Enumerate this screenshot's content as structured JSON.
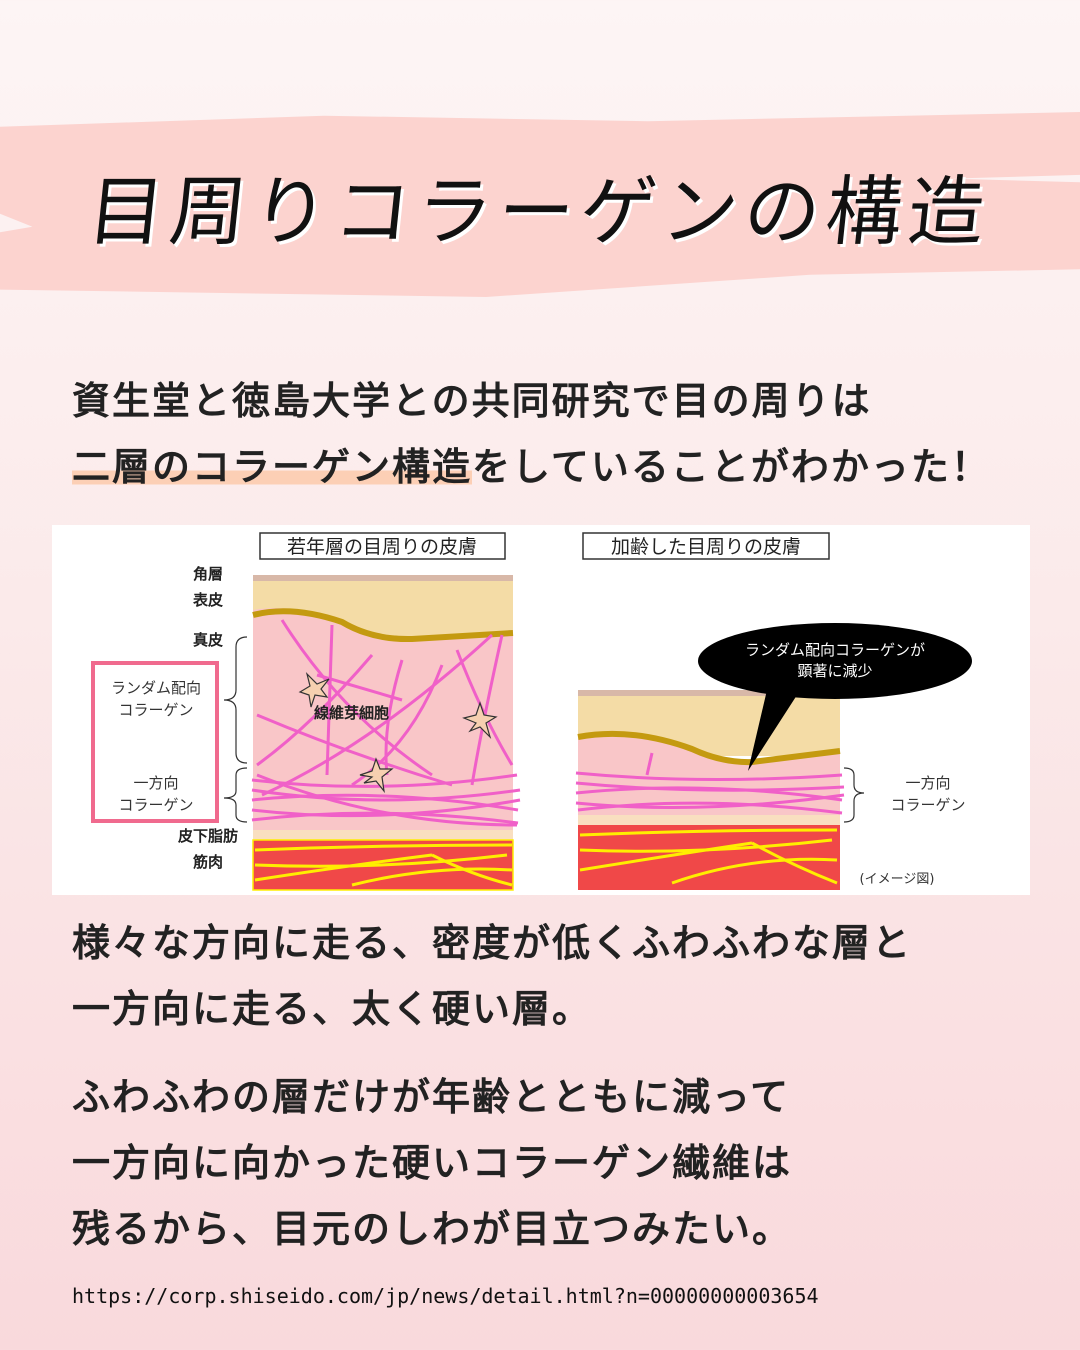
{
  "title": "目周りコラーゲンの構造",
  "intro": {
    "line1": "資生堂と徳島大学との共同研究で目の周りは",
    "line2_highlight": "二層のコラーゲン構造",
    "line2_rest": "をしていることがわかった！"
  },
  "diagram": {
    "young_title": "若年層の目周りの皮膚",
    "aged_title": "加齢した目周りの皮膚",
    "labels": {
      "stratum_corneum": "角層",
      "epidermis": "表皮",
      "dermis": "真皮",
      "subcutaneous_fat": "皮下脂肪",
      "muscle": "筋肉",
      "fibroblast": "線維芽細胞"
    },
    "legend": {
      "random_line1": "ランダム配向",
      "random_line2": "コラーゲン",
      "oneway_line1": "一方向",
      "oneway_line2": "コラーゲン"
    },
    "callout_line1": "ランダム配向コラーゲンが",
    "callout_line2": "顕著に減少",
    "aged_oneway_line1": "一方向",
    "aged_oneway_line2": "コラーゲン",
    "note": "(イメージ図)"
  },
  "body1": {
    "line1": "様々な方向に走る、密度が低くふわふわな層と",
    "line2": "一方向に走る、太く硬い層。"
  },
  "body2": {
    "line1": "ふわふわの層だけが年齢とともに減って",
    "line2": "一方向に向かった硬いコラーゲン繊維は",
    "line3": "残るから、目元のしわが目立つみたい。"
  },
  "source_url": "https://corp.shiseido.com/jp/news/detail.html?n=00000000003654",
  "colors": {
    "band": "#fcd3cf",
    "highlight": "#fccfb5",
    "collagen": "#f060c8",
    "dermis": "#f9c6c8",
    "muscle": "#f04848",
    "muscle_fiber": "#ffee00",
    "legend_border": "#f06a8e"
  }
}
